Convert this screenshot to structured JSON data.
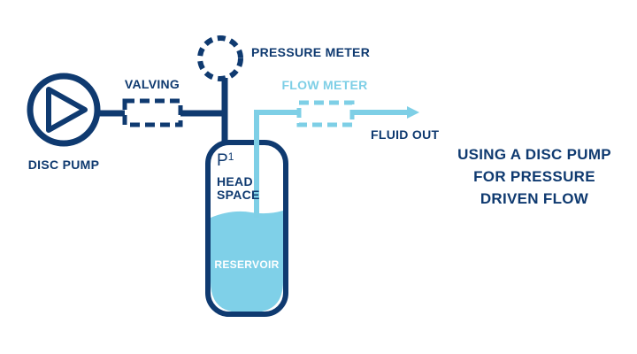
{
  "labels": {
    "pressure_meter": "PRESSURE METER",
    "valving": "VALVING",
    "flow_meter": "FLOW METER",
    "fluid_out": "FLUID OUT",
    "disc_pump": "DISC PUMP",
    "pressure_symbol": "P",
    "pressure_subscript": "1",
    "head_space_line1": "HEAD",
    "head_space_line2": "SPACE",
    "reservoir": "RESERVOIR"
  },
  "title": {
    "line1": "USING A DISC PUMP",
    "line2": "FOR PRESSURE",
    "line3": "DRIVEN FLOW"
  },
  "colors": {
    "navy": "#0f3a70",
    "light_blue": "#7ecfe6",
    "liquid": "#7fd0e8",
    "reservoir_text": "#ffffff"
  }
}
